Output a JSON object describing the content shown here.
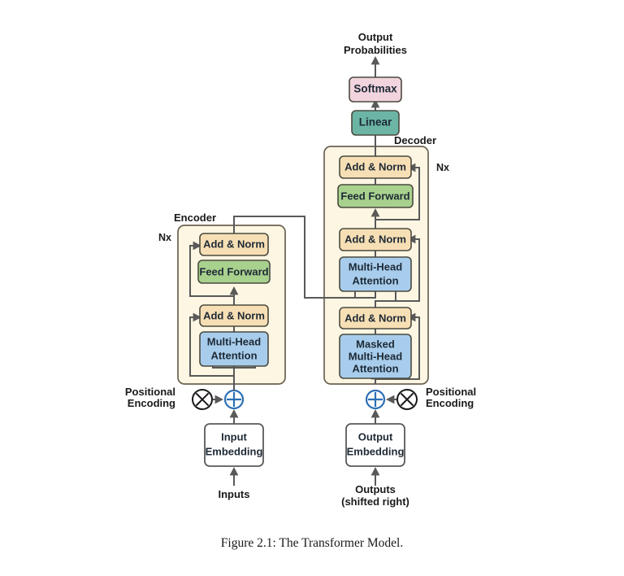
{
  "figure": {
    "caption": "Figure 2.1: The Transformer Model.",
    "colors": {
      "add_norm": "#f7dfb5",
      "feed_forward": "#a8d храм"
    }
  },
  "labels": {
    "output_probabilities_line1": "Output",
    "output_probabilities_line2": "Probabilities",
    "encoder": "Encoder",
    "decoder": "Decoder",
    "encoder_nx": "Nx",
    "decoder_nx": "Nx",
    "positional_encoding_left_line1": "Positional",
    "positional_encoding_left_line2": "Encoding",
    "positional_encoding_right_line1": "Positional",
    "positional_encoding_right_line2": "Encoding",
    "inputs": "Inputs",
    "outputs_line1": "Outputs",
    "outputs_line2": "(shifted right)"
  },
  "blocks": {
    "softmax": {
      "label": "Softmax",
      "color": "#f2d4de"
    },
    "linear": {
      "label": "Linear",
      "color": "#6cb5a4"
    },
    "encoder_add_norm_top": {
      "label": "Add & Norm",
      "color": "#f7dfb5"
    },
    "encoder_feed_forward": {
      "label": "Feed Forward",
      "color": "#a9d18e"
    },
    "encoder_add_norm_bottom": {
      "label": "Add & Norm",
      "color": "#f7dfb5"
    },
    "encoder_multi_head_attention_line1": "Multi-Head",
    "encoder_multi_head_attention_line2": "Attention",
    "encoder_multi_head_attention_color": "#a8cdec",
    "decoder_add_norm_top": {
      "label": "Add & Norm",
      "color": "#f7dfb5"
    },
    "decoder_feed_forward": {
      "label": "Feed Forward",
      "color": "#a9d18e"
    },
    "decoder_add_norm_mid": {
      "label": "Add & Norm",
      "color": "#f7dfb5"
    },
    "decoder_multi_head_attention_line1": "Multi-Head",
    "decoder_multi_head_attention_line2": "Attention",
    "decoder_multi_head_attention_color": "#a8cdec",
    "decoder_add_norm_bottom": {
      "label": "Add & Norm",
      "color": "#f7dfb5"
    },
    "decoder_masked_mha_line1": "Masked",
    "decoder_masked_mha_line2": "Multi-Head",
    "decoder_masked_mha_line3": "Attention",
    "decoder_masked_mha_color": "#a8cdec",
    "input_embedding_line1": "Input",
    "input_embedding_line2": "Embedding",
    "output_embedding_line1": "Output",
    "output_embedding_line2": "Embedding"
  },
  "operators": {
    "multiply_symbol": "cross-circle",
    "add_symbol": "plus-circle"
  }
}
